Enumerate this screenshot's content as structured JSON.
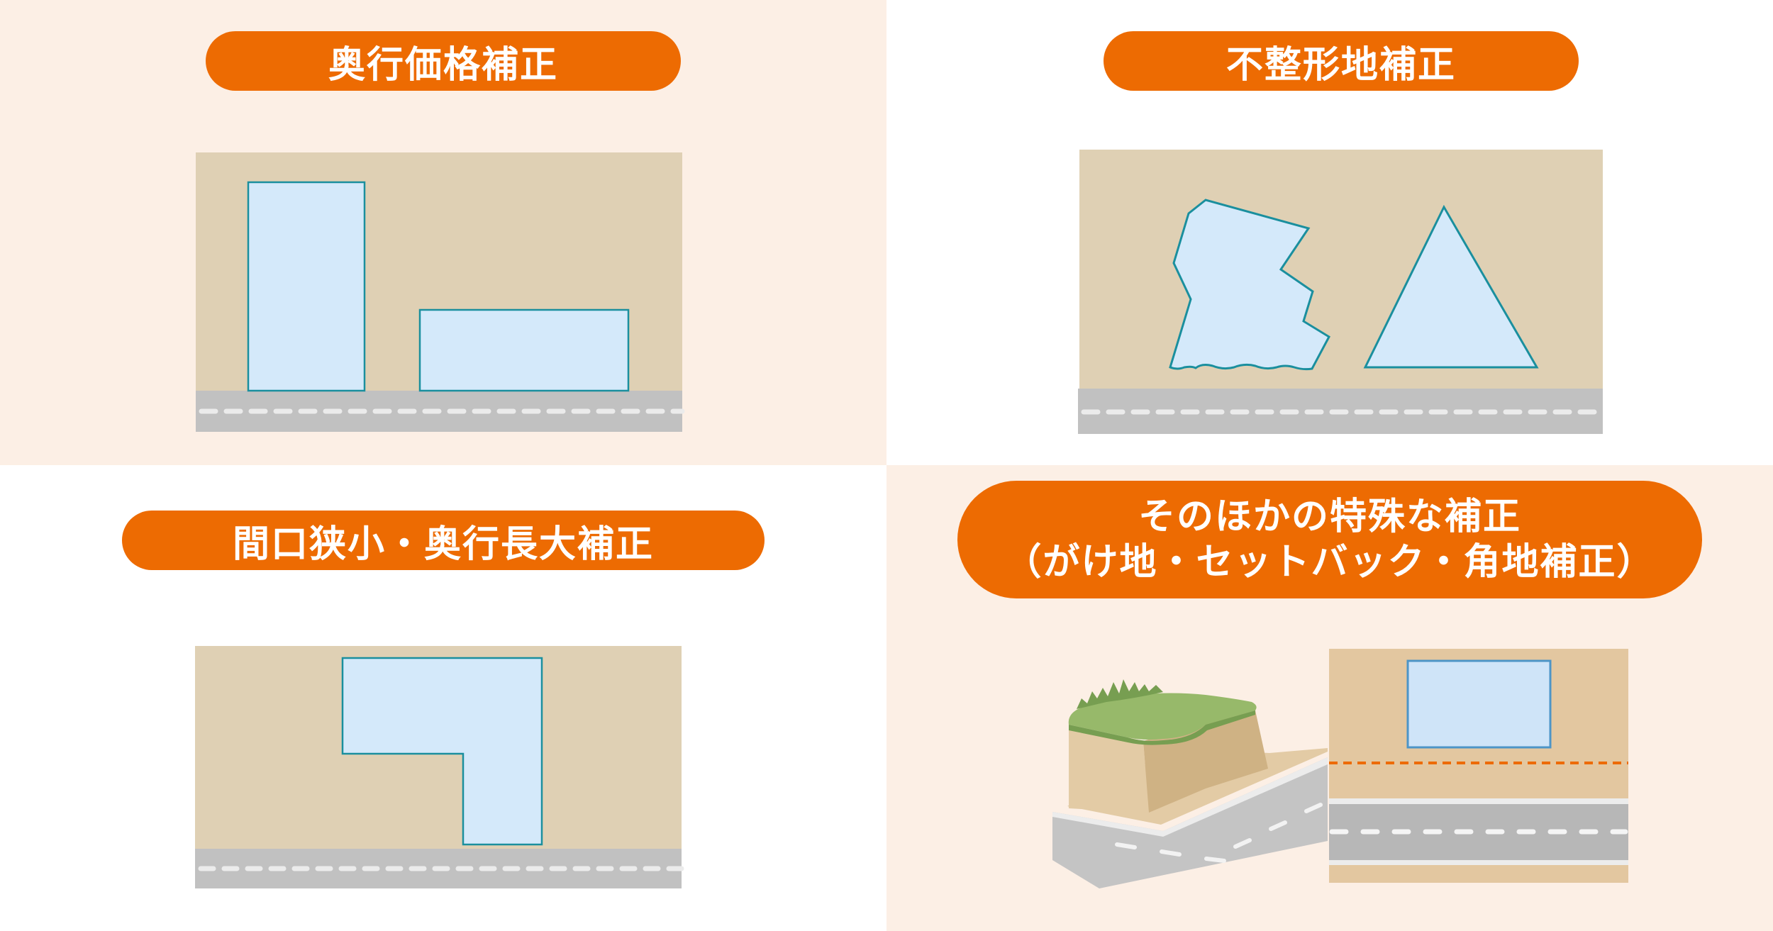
{
  "colors": {
    "panel_bg_tint": "#fcefe5",
    "panel_bg_white": "#ffffff",
    "pill_orange": "#ed6b02",
    "land_tan": "#dfd0b4",
    "parcel_fill": "#d4e9fa",
    "parcel_stroke": "#1a8f9e",
    "road_gray": "#c1c1c1",
    "road_dash": "#ebebeb",
    "grass_green": "#97b96a",
    "grass_dark": "#779e51",
    "cliff_light": "#e3cba5",
    "cliff_dark": "#cfb284",
    "setback_line": "#ed6b02"
  },
  "panels": [
    {
      "id": "depth-price-correction",
      "title": "奥行価格補正",
      "illustration": "tall-narrow-lot-and-shallow-wide-lot-facing-road"
    },
    {
      "id": "irregular-land-correction",
      "title": "不整形地補正",
      "illustration": "irregular-polygon-lot-and-triangular-lot-facing-road"
    },
    {
      "id": "narrow-frontage-long-depth-correction",
      "title": "間口狭小・奥行長大補正",
      "illustration": "flag-shaped-lot-with-narrow-frontage"
    },
    {
      "id": "other-special-corrections",
      "title_line1": "そのほかの特殊な補正",
      "title_line2": "（がけ地・セットバック・角地補正）",
      "illustration": "cliff-land-setback-line-and-corner-road"
    }
  ]
}
